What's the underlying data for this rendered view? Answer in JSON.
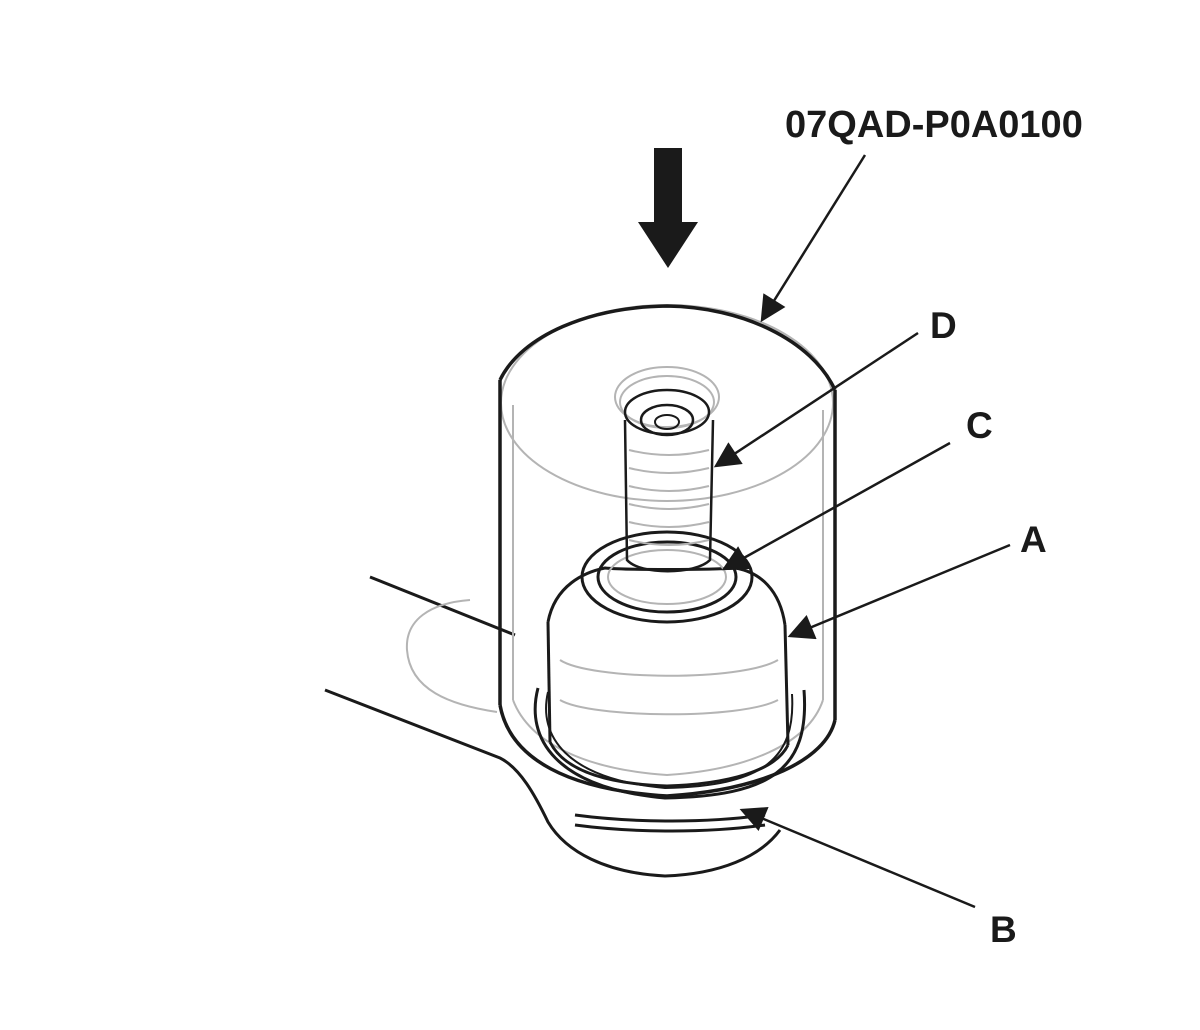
{
  "diagram": {
    "tool_number": "07QAD-P0A0100",
    "callouts": {
      "a": "A",
      "b": "B",
      "c": "C",
      "d": "D"
    },
    "colors": {
      "ink": "#1a1a1a",
      "ghost": "#b4b4b4",
      "background": "#ffffff"
    }
  }
}
